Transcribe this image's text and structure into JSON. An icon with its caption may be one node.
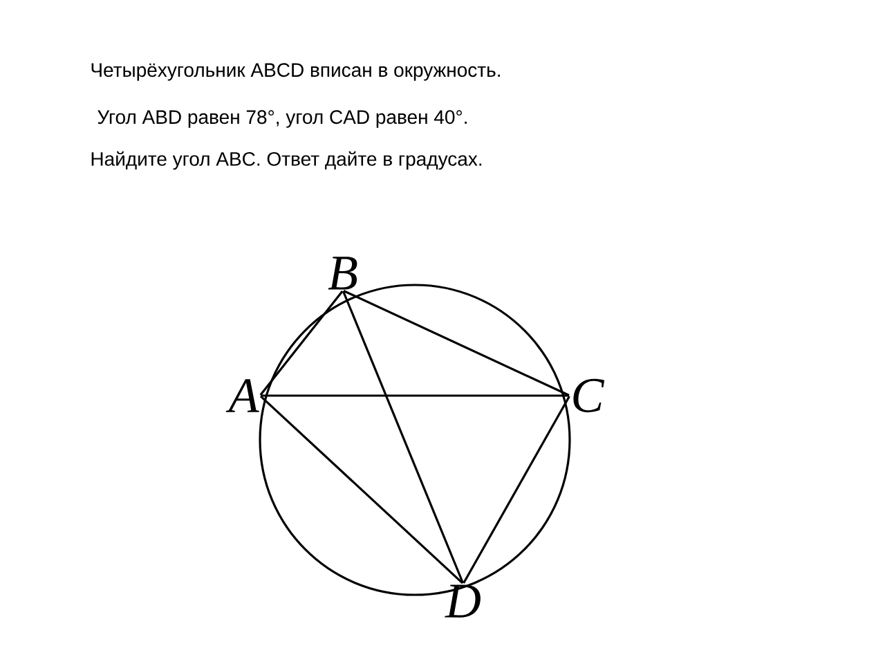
{
  "diagram": {
    "nodes": [
      {
        "text": [
          "A"
        ]
      },
      {
        "text": [
          "B"
        ]
      },
      {
        "text": [
          "C"
        ]
      },
      {
        "text": [
          "D"
        ]
      }
    ],
    "edges": [
      {
        "from": 0,
        "to": 1,
        "arrow": "none"
      },
      {
        "from": 1,
        "to": 2,
        "arrow": "none"
      },
      {
        "from": 2,
        "to": 3,
        "arrow": "none"
      },
      {
        "from": 3,
        "to": 0,
        "arrow": "none"
      },
      {
        "from": 0,
        "to": 2,
        "arrow": "none"
      },
      {
        "from": 1,
        "to": 3,
        "arrow": "none"
      }
    ],
    "labels": [
      "Четырёхугольник ABCD вписан в окружность.",
      "Угол ABD равен 78°, угол CAD равен 40°.",
      "Найдите угол ABC. Ответ дайте в градусах."
    ]
  }
}
